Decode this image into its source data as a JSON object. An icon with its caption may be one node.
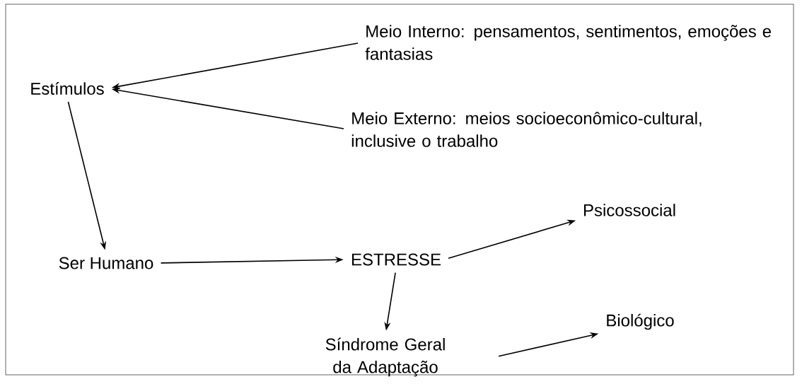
{
  "diagram": {
    "nodes": [
      {
        "text": [
          "Meio Interno: pensamentos, sentimentos, emoções e fantasias"
        ]
      },
      {
        "text": [
          "Estímulos"
        ]
      },
      {
        "text": [
          "Meio Externo: meios socioeconômico-cultural, inclusive o trabalho"
        ]
      },
      {
        "text": [
          "Ser Humano"
        ]
      },
      {
        "text": [
          "ESTRESSE"
        ]
      },
      {
        "text": [
          "Psicossocial"
        ]
      },
      {
        "text": [
          "Síndrome Geral da Adaptação"
        ]
      },
      {
        "text": [
          "Biológico"
        ]
      }
    ],
    "edges": [
      {
        "from": 0,
        "to": 1,
        "arrow": "to"
      },
      {
        "from": 2,
        "to": 1,
        "arrow": "to"
      },
      {
        "from": 1,
        "to": 3,
        "arrow": "to"
      },
      {
        "from": 3,
        "to": 4,
        "arrow": "to"
      },
      {
        "from": 4,
        "to": 5,
        "arrow": "to"
      },
      {
        "from": 4,
        "to": 6,
        "arrow": "to"
      },
      {
        "from": 6,
        "to": 7,
        "arrow": "to"
      }
    ]
  }
}
